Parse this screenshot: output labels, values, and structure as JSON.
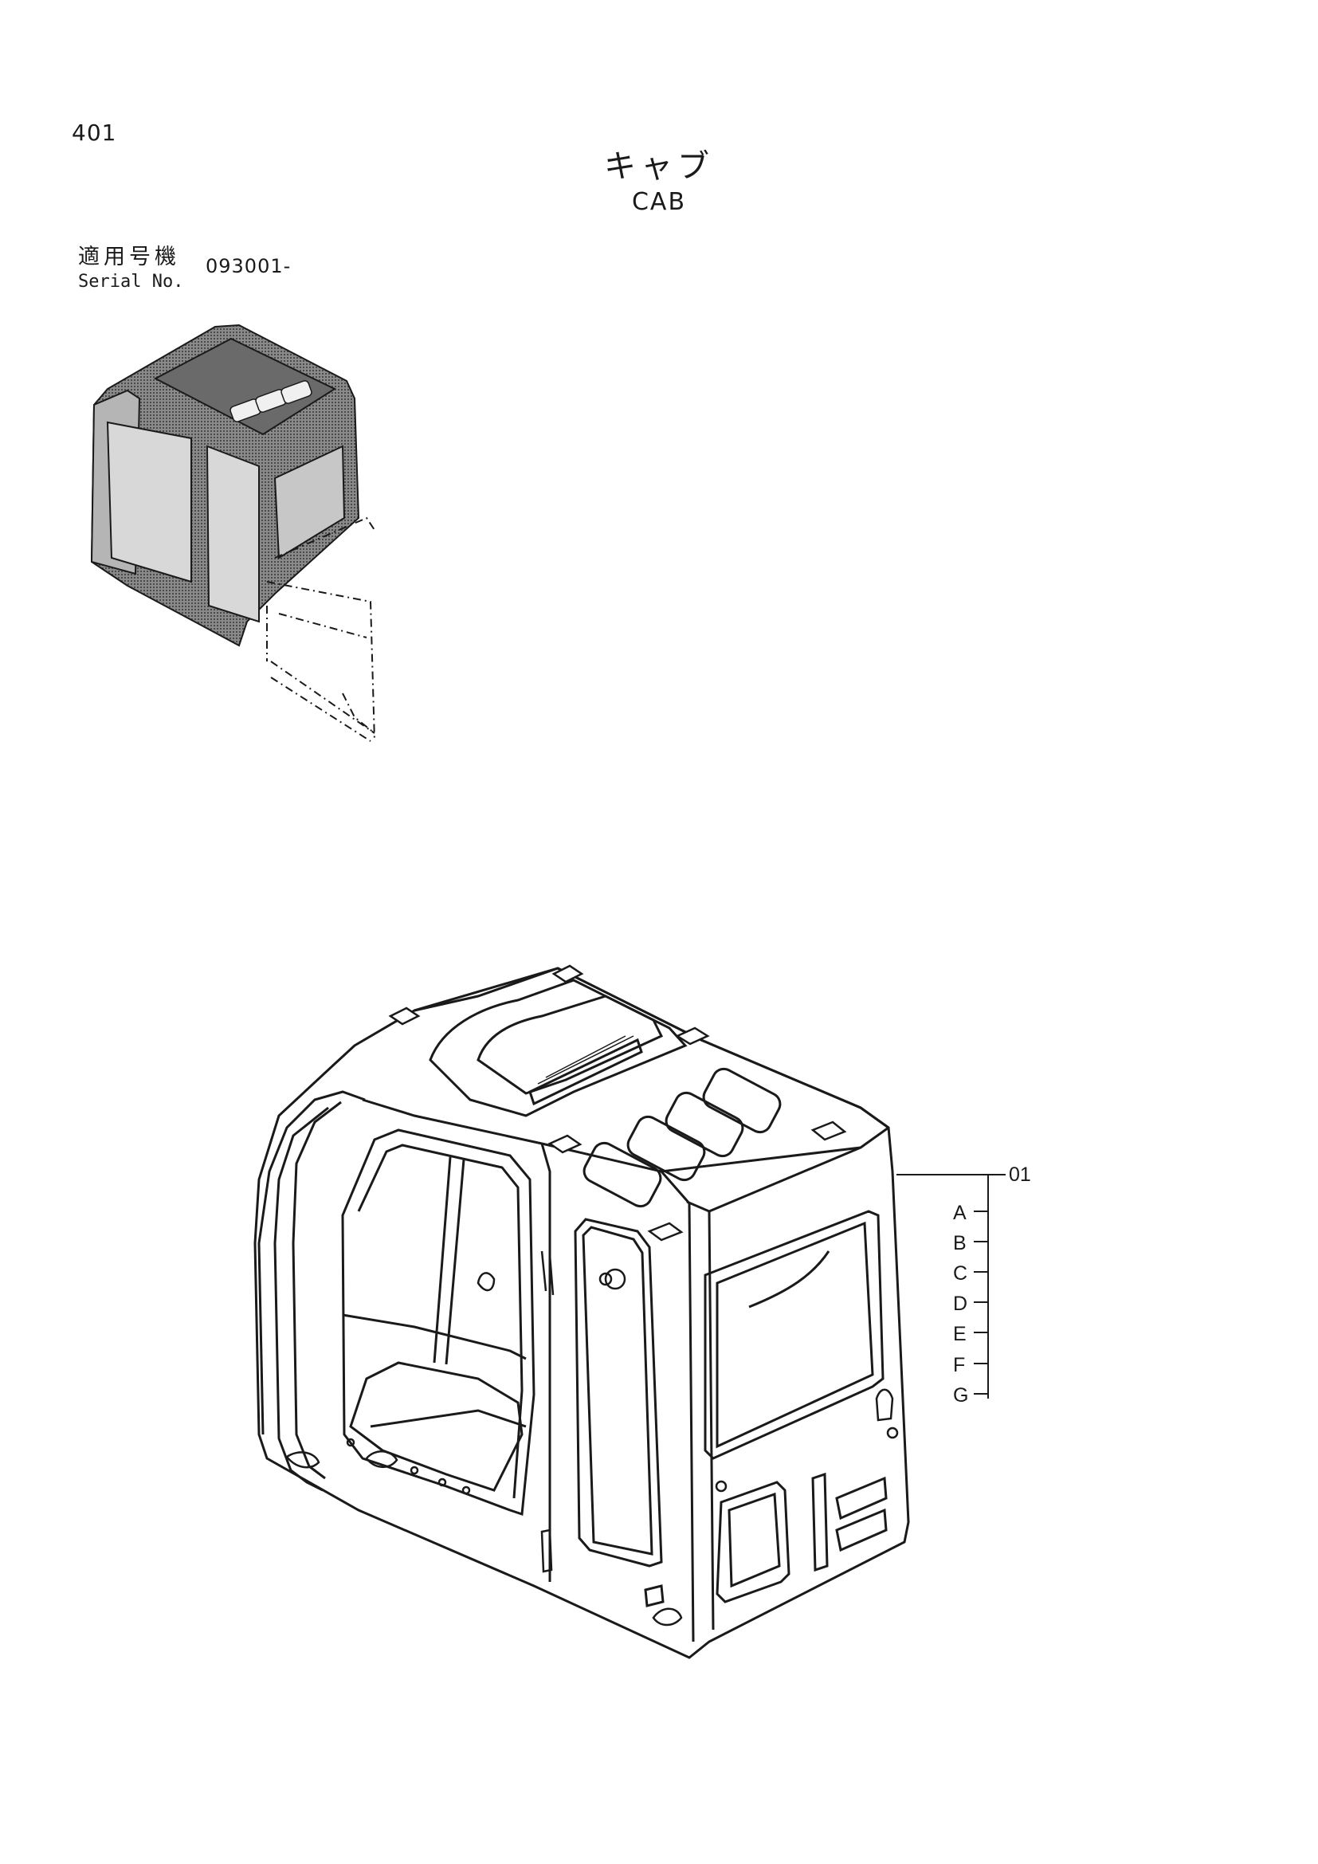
{
  "page": {
    "number": "401"
  },
  "title": {
    "japanese": "キャブ",
    "english": "CAB"
  },
  "serial": {
    "label_jp": "適用号機",
    "label_en": "Serial No.",
    "value": "093001-"
  },
  "callouts": {
    "part": "01",
    "letters": [
      "A",
      "B",
      "C",
      "D",
      "E",
      "F",
      "G"
    ]
  }
}
